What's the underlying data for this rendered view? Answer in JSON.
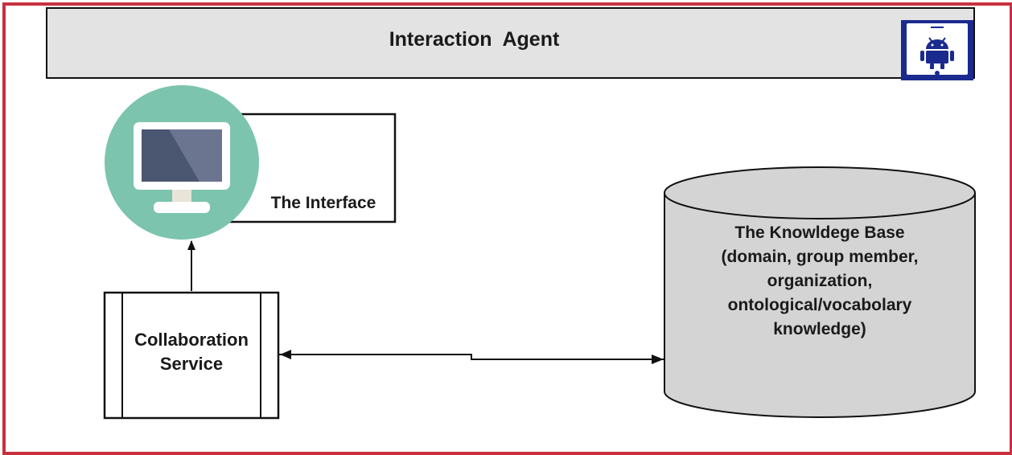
{
  "diagram": {
    "agent_title": "Interaction  Agent",
    "interface_label": "The Interface",
    "service_lines": [
      "Collaboration",
      "Service"
    ],
    "knowledge_base_lines": [
      "The Knowldege Base",
      "(domain, group member,",
      "organization,",
      "ontological/vocabolary",
      "knowledge)"
    ]
  },
  "icons": {
    "agent_badge": "android-tablet-icon",
    "interface_icon": "desktop-monitor-icon"
  },
  "colors": {
    "frame_border": "#c9303f",
    "banner_fill": "#e3e3e3",
    "badge_fill": "#1a2a8f",
    "monitor_circle": "#7cc4ad",
    "cylinder_fill": "#d4d4d4"
  }
}
